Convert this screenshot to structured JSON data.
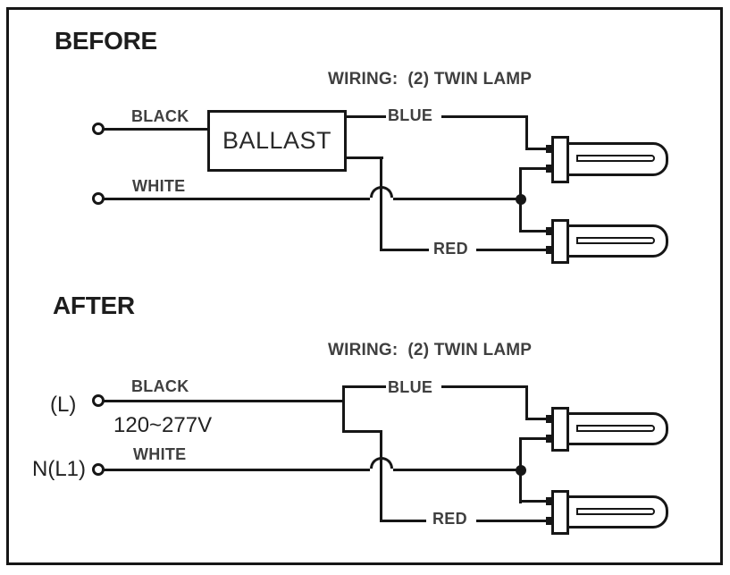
{
  "diagram": {
    "before": {
      "title": "BEFORE",
      "heading": "WIRING:  (2) TWIN LAMP",
      "ballast": "BALLAST",
      "wires": {
        "black": "BLACK",
        "white": "WHITE",
        "blue": "BLUE",
        "red": "RED"
      }
    },
    "after": {
      "title": "AFTER",
      "heading": "WIRING:  (2) TWIN LAMP",
      "line_terminal": "(L)",
      "voltage": "120~277V",
      "neutral_terminal": "N(L1)",
      "wires": {
        "black": "BLACK",
        "white": "WHITE",
        "blue": "BLUE",
        "red": "RED"
      }
    },
    "colors": {
      "line": "#161616",
      "wire_label": "#3f3f3f",
      "title": "#1d1d1d",
      "background": "#ffffff"
    }
  }
}
